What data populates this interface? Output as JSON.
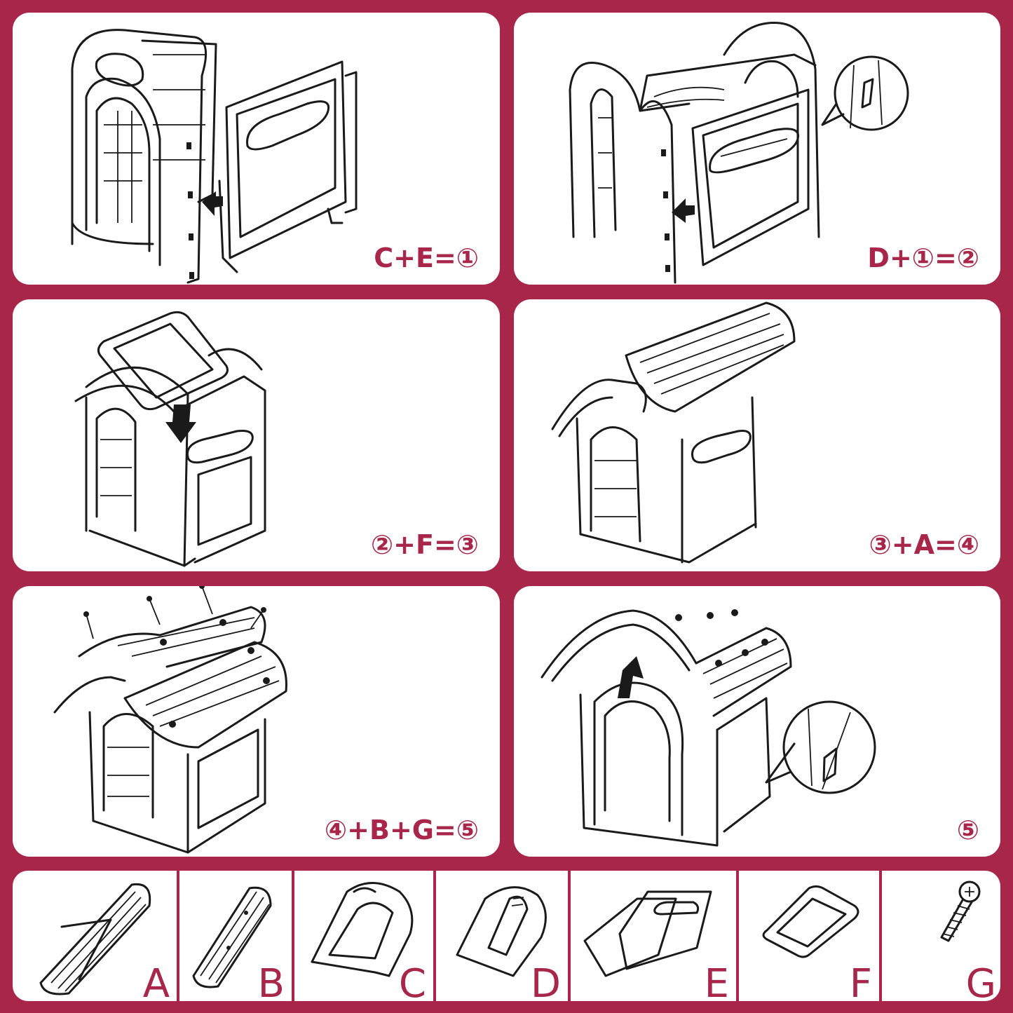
{
  "steps": [
    {
      "id": "step-1",
      "formula": "C+E=①"
    },
    {
      "id": "step-2",
      "formula": "D+①=②"
    },
    {
      "id": "step-3",
      "formula": "②+F=③"
    },
    {
      "id": "step-4",
      "formula": "③+A=④"
    },
    {
      "id": "step-5",
      "formula": "④+B+G=⑤"
    },
    {
      "id": "step-6",
      "formula": "⑤"
    }
  ],
  "parts": [
    {
      "letter": "A",
      "icon": "roof-panel-icon"
    },
    {
      "letter": "B",
      "icon": "roof-ridge-icon"
    },
    {
      "letter": "C",
      "icon": "front-wall-icon"
    },
    {
      "letter": "D",
      "icon": "back-wall-icon"
    },
    {
      "letter": "E",
      "icon": "side-walls-icon"
    },
    {
      "letter": "F",
      "icon": "floor-panel-icon"
    },
    {
      "letter": "G",
      "icon": "screw-icon"
    }
  ],
  "colors": {
    "background": "#a8264a",
    "panel": "#ffffff",
    "label": "#a8264a",
    "line": "#1a1a1a"
  }
}
